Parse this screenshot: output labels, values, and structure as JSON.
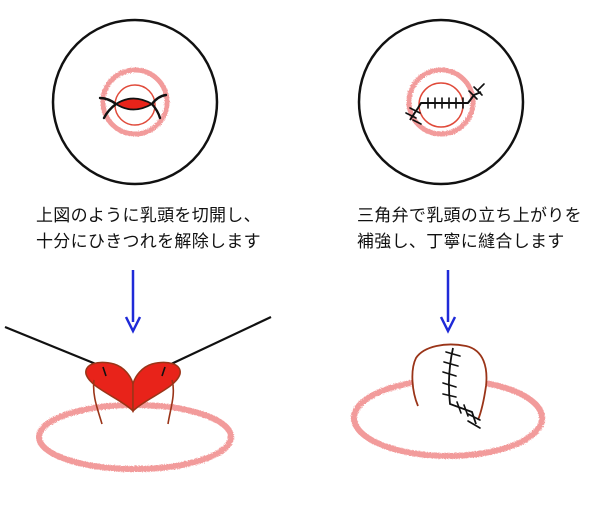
{
  "captions": {
    "left": {
      "line1": "上図のように乳頭を切開し、",
      "line2": "十分にひきつれを解除します"
    },
    "right": {
      "line1": "三角弁で乳頭の立ち上がりを",
      "line2": "補強し、丁寧に縫合します"
    }
  },
  "colors": {
    "outline": "#111111",
    "areola": "#f08a8a",
    "nipple_outline": "#e04a3a",
    "incision_fill": "#e8231a",
    "nipple_brown": "#9a3418",
    "arrow": "#1f2ad8",
    "suture": "#111111"
  }
}
